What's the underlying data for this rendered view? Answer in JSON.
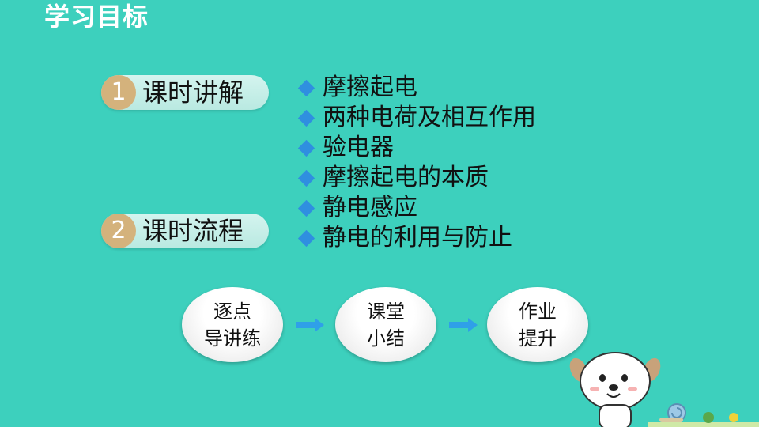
{
  "title": "学习目标",
  "sections": [
    {
      "num": "1",
      "label": "课时讲解"
    },
    {
      "num": "2",
      "label": "课时流程"
    }
  ],
  "bullets": [
    "摩擦起电",
    "两种电荷及相互作用",
    "验电器",
    "摩擦起电的本质",
    "静电感应",
    "静电的利用与防止"
  ],
  "flow": [
    {
      "line1": "逐点",
      "line2": "导讲练"
    },
    {
      "line1": "课堂",
      "line2": "小结"
    },
    {
      "line1": "作业",
      "line2": "提升"
    }
  ],
  "colors": {
    "background": "#3dd0bd",
    "bullet_diamond": "#2f8fe0",
    "number_badge": "#d4b27c",
    "arrow": "#2fa0e8"
  },
  "icons": {
    "bullet": "diamond-icon",
    "flow_arrow": "arrow-right-icon",
    "mascot": "cartoon-dog-icon"
  }
}
